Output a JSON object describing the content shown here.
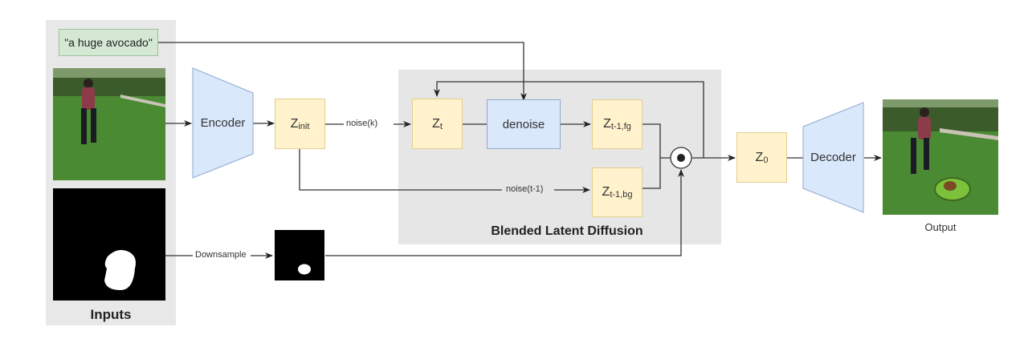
{
  "inputs": {
    "title": "Inputs",
    "prompt": "\"a huge avocado\"",
    "image_icon": "photo-person-on-grass",
    "mask_icon": "binary-mask"
  },
  "encoder": {
    "label": "Encoder"
  },
  "decoder": {
    "label": "Decoder"
  },
  "latents": {
    "z_init": {
      "base": "Z",
      "sub": "init"
    },
    "z_t": {
      "base": "Z",
      "sub": "t"
    },
    "z_fg": {
      "base": "Z",
      "sub": "t-1,fg"
    },
    "z_bg": {
      "base": "Z",
      "sub": "t-1,bg"
    },
    "z_0": {
      "base": "Z",
      "sub": "0"
    }
  },
  "denoise": {
    "label": "denoise"
  },
  "edges": {
    "noise_k": "noise(k)",
    "noise_t1": "noise(t-1)",
    "downsample": "Downsample"
  },
  "blend_panel": {
    "title": "Blended Latent Diffusion"
  },
  "blend_op": {
    "icon": "hadamard-product-icon"
  },
  "output": {
    "label": "Output",
    "image_icon": "photo-person-with-avocado"
  },
  "colors": {
    "latent_fill": "#fff2cc",
    "module_fill": "#dae8fc",
    "prompt_fill": "#d5e8d4",
    "panel_fill": "#e6e6e6"
  }
}
